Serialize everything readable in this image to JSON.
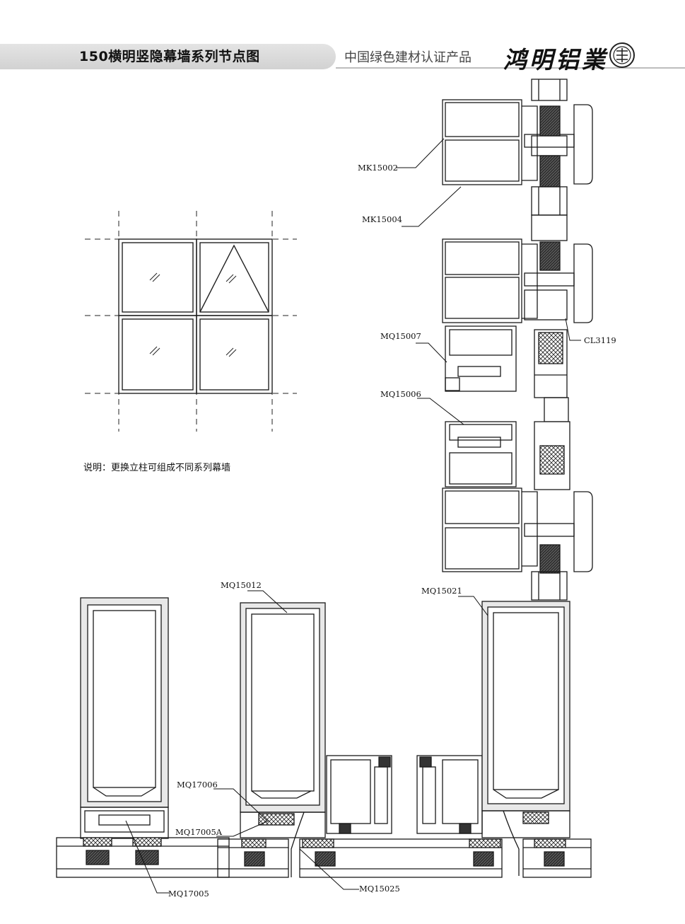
{
  "header": {
    "title": "150横明竖隐幕墙系列节点图",
    "subtitle": "中国绿色建材认证产品",
    "brand": "鸿明铝業"
  },
  "note": "说明：更换立柱可组成不同系列幕墙",
  "labels": {
    "mk15002": "MK15002",
    "mk15004": "MK15004",
    "mq15007": "MQ15007",
    "cl3119": "CL3119",
    "mq15006": "MQ15006",
    "mq15012": "MQ15012",
    "mq15021": "MQ15021",
    "mq17006": "MQ17006",
    "mq17005a": "MQ17005A",
    "mq17005": "MQ17005",
    "mq15025": "MQ15025"
  },
  "colors": {
    "line": "#1a1a1a",
    "profile_fill": "#e8e8e8",
    "header_bar": "#d8d8d8"
  }
}
